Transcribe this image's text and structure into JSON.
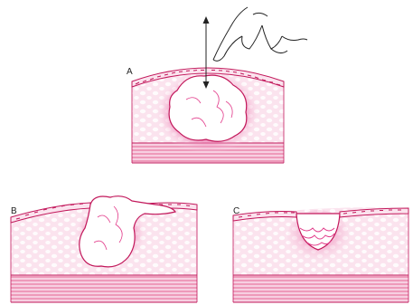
{
  "figure": {
    "panels": [
      {
        "id": "A",
        "label": "A"
      },
      {
        "id": "B",
        "label": "B"
      },
      {
        "id": "C",
        "label": "C"
      }
    ]
  },
  "colors": {
    "skin_fill": "#fbe3ee",
    "skin_dots": "#ffffff",
    "outline": "#c2185b",
    "accent": "#e23b8a",
    "muscle_fill": "#f7cfe1",
    "muscle_line": "#d81b60",
    "abscess_fill": "#ffffff",
    "ink": "#222222"
  },
  "icons": {
    "hand": "pointing-hand-icon",
    "arrows": "double-headed-arrow-icon"
  }
}
